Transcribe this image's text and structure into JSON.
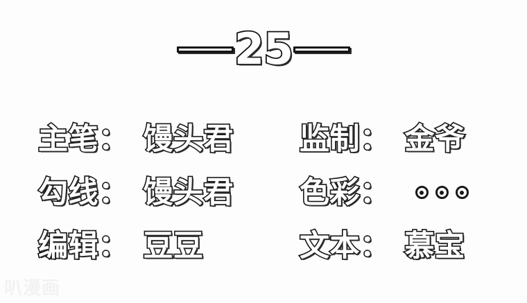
{
  "page": {
    "background_color": "#fdfdfd",
    "text_fill_color": "#ffffff",
    "text_outline_color": "#151515"
  },
  "header": {
    "chapter_number": "25",
    "left_dash": "—",
    "right_dash": "—",
    "full_text": "—25—"
  },
  "credits": {
    "rows": [
      {
        "left": {
          "label": "主笔",
          "colon": "：",
          "value": "馒头君",
          "value_type": "text"
        },
        "right": {
          "label": "监制",
          "colon": "：",
          "value": "金爷",
          "value_type": "text"
        }
      },
      {
        "left": {
          "label": "勾线",
          "colon": "：",
          "value": "馒头君",
          "value_type": "text"
        },
        "right": {
          "label": "色彩",
          "colon": "：",
          "value": "◎◎◎",
          "value_type": "dots",
          "dot_count": 3
        }
      },
      {
        "left": {
          "label": "编辑",
          "colon": "：",
          "value": "豆豆",
          "value_type": "text"
        },
        "right": {
          "label": "文本",
          "colon": "：",
          "value": "慕宝",
          "value_type": "text"
        }
      }
    ]
  },
  "watermark": {
    "text": "叭漫画",
    "color": "#f2f2f2"
  }
}
